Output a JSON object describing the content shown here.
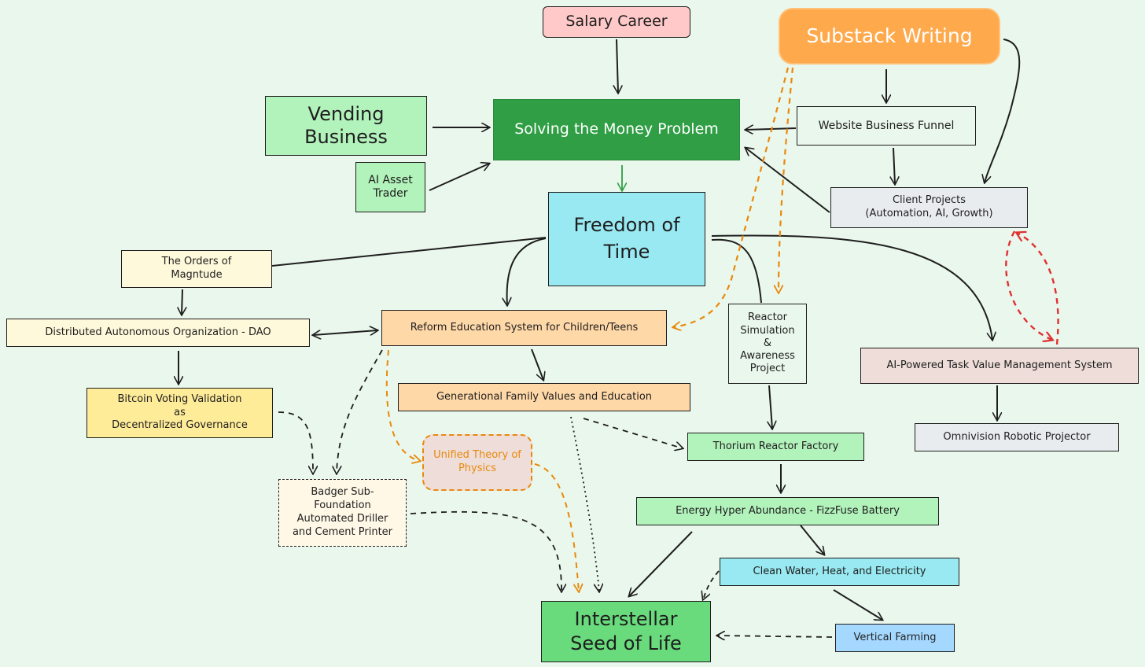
{
  "nodes": {
    "salary_career": "Salary Career",
    "substack_writing": "Substack Writing",
    "vending_business": "Vending\nBusiness",
    "money_problem": "Solving the Money Problem",
    "website_funnel": "Website Business Funnel",
    "ai_asset_trader": "AI Asset\nTrader",
    "client_projects": "Client Projects\n(Automation, AI, Growth)",
    "freedom_of_time": "Freedom of\nTime",
    "orders_of_magnitude": "The Orders of\nMagntude",
    "dao": "Distributed Autonomous Organization - DAO",
    "reform_education": "Reform Education System for Children/Teens",
    "reactor_simulation": "Reactor\nSimulation\n&\nAwareness\nProject",
    "ai_task_value": "AI-Powered Task Value Management System",
    "bitcoin_voting": "Bitcoin Voting Validation\nas\nDecentralized Governance",
    "generational_values": "Generational Family Values and Education",
    "omnivision": "Omnivision Robotic Projector",
    "thorium_factory": "Thorium Reactor Factory",
    "unified_theory": "Unified Theory of\nPhysics",
    "badger": "Badger Sub-\nFoundation\nAutomated Driller\nand Cement Printer",
    "energy_abundance": "Energy Hyper Abundance - FizzFuse Battery",
    "clean_water": "Clean Water, Heat, and Electricity",
    "interstellar_seed": "Interstellar\nSeed of Life",
    "vertical_farming": "Vertical Farming"
  },
  "colors": {
    "background": "#eaf7ec",
    "stroke": "#1e1e1e",
    "pink": "#ffc9c9",
    "orange": "#ffa94d",
    "orange_stroke": "#e8890c",
    "light_green": "#b2f2bb",
    "dark_green": "#2f9e44",
    "cyan": "#99e9f2",
    "light_yellow": "#fff9db",
    "soft_white": "#fff8e7",
    "peach": "#ffd8a8",
    "yellow": "#ffec99",
    "mauve": "#eeddd8",
    "light_gray": "#e9ecef",
    "blue": "#a5d8ff",
    "red_arrow": "#e03131"
  }
}
